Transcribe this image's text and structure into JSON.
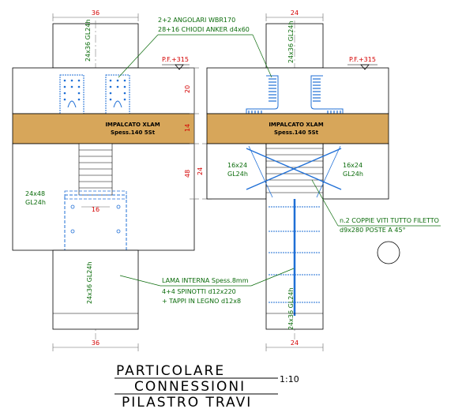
{
  "dimensions": {
    "left_top_width": "36",
    "left_bottom_width": "36",
    "right_top_width": "24",
    "right_bottom_width": "24",
    "v_20": "20",
    "v_14": "14",
    "v_48": "48",
    "v_24": "24",
    "plate_16": "16"
  },
  "elevation_marks": {
    "left": "P.F.+315",
    "right": "P.F.+315"
  },
  "slab": {
    "left_line1": "IMPALCATO XLAM",
    "left_line2": "Spess.140 5St",
    "right_line1": "IMPALCATO XLAM",
    "right_line2": "Spess.140 5St"
  },
  "members": {
    "left_top_column": "24x36 GL24h",
    "left_beam_line1": "24x48",
    "left_beam_line2": "GL24h",
    "left_bottom_column": "24x36 GL24h",
    "right_top_column": "24x36 GL24h",
    "right_left_beam_line1": "16x24",
    "right_left_beam_line2": "GL24h",
    "right_right_beam_line1": "16x24",
    "right_right_beam_line2": "GL24h",
    "right_bottom_column": "24x36 GL24h"
  },
  "annotations": {
    "angles_line1": "2+2 ANGOLARI WBR170",
    "angles_line2": "28+16 CHIODI ANKER d4x60",
    "screws_line1": "n.2 COPPIE VITI TUTTO FILETTO",
    "screws_line2": "d9x280 POSTE A 45°",
    "plate_line1": "LAMA INTERNA Spess.8mm",
    "plate_line2": "4+4 SPINOTTI d12x220",
    "plate_line3": "+ TAPPI IN LEGNO d12x8"
  },
  "title": {
    "line1": "PARTICOLARE",
    "line2": "CONNESSIONI",
    "line3": "PILASTRO TRAVI",
    "scale": "1:10"
  },
  "colors": {
    "wood": "#d7a65a",
    "dimension": "#d40000",
    "label": "#0a6b0a",
    "connector": "#1f6fd6"
  }
}
